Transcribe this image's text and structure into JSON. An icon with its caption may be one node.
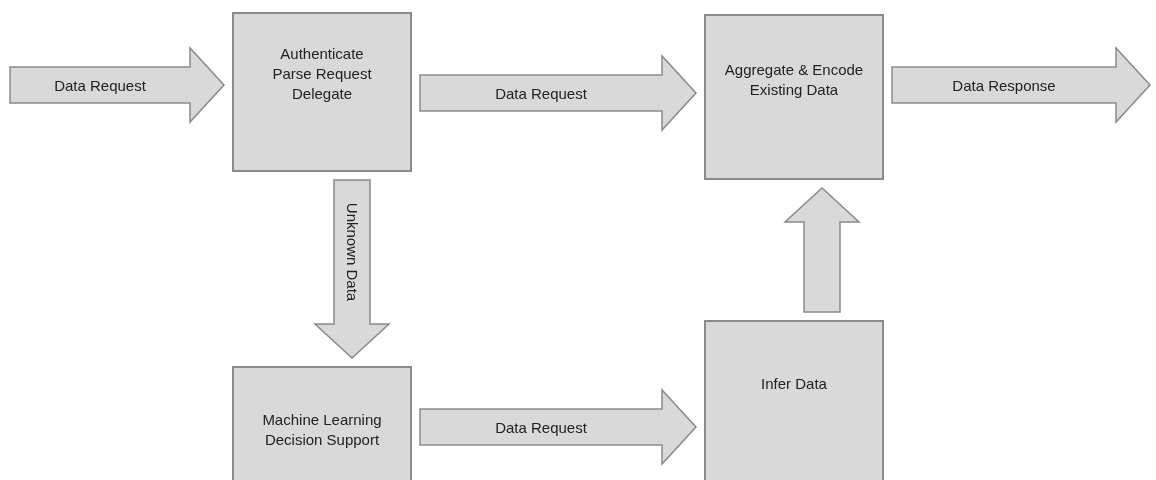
{
  "diagram": {
    "nodes": [
      {
        "text": [
          "Authenticate",
          "Parse Request",
          "Delegate"
        ]
      },
      {
        "text": [
          "Aggregate & Encode Existing Data"
        ]
      },
      {
        "text": [
          "Machine Learning Decision Support"
        ]
      },
      {
        "text": [
          "Infer Data"
        ]
      }
    ],
    "edges": [
      {
        "from": null,
        "to": 0,
        "arrow": "to",
        "label": "Data Request"
      },
      {
        "from": 0,
        "to": 1,
        "arrow": "to",
        "label": "Data Request"
      },
      {
        "from": 1,
        "to": null,
        "arrow": "to",
        "label": "Data Response"
      },
      {
        "from": 0,
        "to": 2,
        "arrow": "to",
        "label": "Unknown Data"
      },
      {
        "from": 2,
        "to": 3,
        "arrow": "to",
        "label": "Data Request"
      },
      {
        "from": 3,
        "to": 1,
        "arrow": "to"
      }
    ]
  }
}
